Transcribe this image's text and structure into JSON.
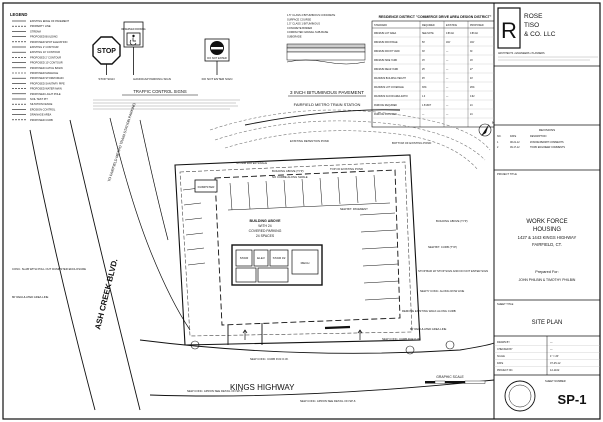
{
  "legend": {
    "title": "LEGEND",
    "items": [
      "EXISTING EDGE OF PAVEMENT",
      "PROPERTY LINE",
      "STREAM",
      "PROPOSED BUILDING",
      "PROPOSED SPOT ELEVATION",
      "EXISTING 2' CONTOUR",
      "EXISTING 10' CONTOUR",
      "PROPOSED 2' CONTOUR",
      "PROPOSED 10' CONTOUR",
      "PROPOSED CATCH BASIN",
      "PROPOSED MANHOLE",
      "PROPOSED STORM DRAIN",
      "PROPOSED SANITARY PIPE",
      "PROPOSED WATER MAIN",
      "PROPOSED LIGHT POLE",
      "SOIL TEST PIT",
      "SILTATION FENCE",
      "EROSION CONTROL",
      "DRAINAGE AREA",
      "PROPOSED CURB"
    ]
  },
  "signs": {
    "stop_face": "STOP",
    "stop_title": "STOP SIGN",
    "handicap_title": "HANDICAP PARKING SIGN",
    "do_not_enter_face": "DO NOT ENTER",
    "do_not_enter_title": "DO NOT ENTER SIGN",
    "reserved_face": "RESERVED PARKING",
    "header": "TRAFFIC CONTROL SIGNS"
  },
  "pavement": {
    "title": "3 INCH BITUMINOUS PAVEMENT",
    "notes": [
      "1.5\" CLASS 2 BITUMINOUS CONCRETE",
      "SURFACE COURSE",
      "1.5\" CLASS 1 BITUMINOUS",
      "CONCRETE BINDER",
      "COMPACTED GRAVEL SUB-BASE",
      "SUBGRADE"
    ]
  },
  "zoning": {
    "title": "RESIDENCE DISTRICT \"COMMERCE DRIVE AREA DESIGN DISTRICT\"",
    "columns": [
      "STANDARD",
      "REQUIRED",
      "EXISTING",
      "PROPOSED"
    ],
    "rows": [
      [
        "MINIMUM LOT AREA",
        "SEE NOTE",
        "0.86 AC",
        "0.86 AC"
      ],
      [
        "MINIMUM FRONTAGE",
        "50'",
        "184'",
        "184'"
      ],
      [
        "MINIMUM FRONT YARD",
        "30'",
        "—",
        "31'"
      ],
      [
        "MINIMUM SIDE YARD",
        "15'",
        "—",
        "16'"
      ],
      [
        "MINIMUM REAR YARD",
        "25'",
        "—",
        "27'"
      ],
      [
        "MAXIMUM BUILDING HEIGHT",
        "45'",
        "—",
        "40'"
      ],
      [
        "MAXIMUM LOT COVERAGE",
        "30%",
        "—",
        "26%"
      ],
      [
        "MAXIMUM FLOOR AREA RATIO",
        "1.0",
        "—",
        "0.92"
      ],
      [
        "PARKING REQUIRED",
        "1.5/UNIT",
        "—",
        "24"
      ],
      [
        "PARKING PROVIDED",
        "—",
        "—",
        "24"
      ]
    ]
  },
  "site": {
    "road_ash": "ASH CREEK BLVD.",
    "road_kings": "KINGS HIGHWAY",
    "train_road": "TO FAIRFIELD METRO TRAIN STATION PARKING",
    "metro": "FAIRFIELD METRO TRAIN STATION",
    "building_label": "BUILDING ABOVE",
    "building_sub": "WITH 24",
    "building_sub2": "COVERED PARKING",
    "building_sub3": "24 SPACES",
    "dumpster": "DUMPSTER",
    "stair": "STAIR",
    "elev": "ELEV",
    "stair2": "STAIR #2",
    "mech": "MECH",
    "notes": [
      "EXISTING RETENTION POND",
      "BOTTOM OF EXISTING POND",
      "STORM WATER SWALE",
      "TOP OF EXISTING POND",
      "BUILDING ABOVE (TYP)",
      "NO CURBE ALONG SWALE",
      "NEW BIT. PAVEMENT",
      "BUILDING ABOVE (TYP)",
      "NEW BIT. CURB (TYP)",
      "STOP BAR W/ STOP SIGN AND DO NOT ENTER SIGN",
      "NEW 5' CONC. ALONG ROW LINE",
      "REMOVE EXISTING WALK ALONG CURB",
      "80' REGULATED AREA LINE",
      "NEW CONC. CURB IN R.O.W.",
      "NEW CONC. APRON SEE DETAIL ON SP-6",
      "NEW CONC. APRON SEE DETAIL ON SP-6",
      "NEW CONC. CURB IN R.O.W.",
      "CONC. SLAB WITH POLL OUT DUMPSTER ENCLOSURE",
      "80' REGULATED AREA LINE"
    ],
    "scale_label": "GRAPHIC SCALE",
    "north": "N"
  },
  "title_block": {
    "firm_name": [
      "ROSE",
      "TISO",
      "& CO. LLC"
    ],
    "firm_tag": "ARCHITECTS • ENGINEERS • PLANNERS",
    "revisions_header": "REVISIONS",
    "rev_columns": [
      "NO.",
      "DATE",
      "DESCRIPTION"
    ],
    "revisions": [
      [
        "1",
        "08-21-12",
        "ZONING/PERMIT COMMENTS"
      ],
      [
        "2",
        "09-17-12",
        "TOWN ENGINEER COMMENTS"
      ]
    ],
    "project_header": "PROJECT TITLE",
    "project_title": [
      "WORK FORCE",
      "HOUSING"
    ],
    "address": "1427 & 1443 KINGS HIGHWAY",
    "city": "FAIRFIELD, CT.",
    "prepared_for_label": "Prepared For:",
    "prepared_for": "JOHN PHILBIN & TIMOTHY PHILBIN",
    "sheet_title_header": "SHEET TITLE",
    "sheet_title": "SITE PLAN",
    "meta": [
      [
        "DRAWN BY",
        "—"
      ],
      [
        "CHECKED BY",
        "—"
      ],
      [
        "SCALE",
        "1\" = 20'"
      ],
      [
        "DATE",
        "07-25-12"
      ],
      [
        "PROJECT NO.",
        "12-1102"
      ]
    ],
    "sheet_number_label": "SHEET NUMBER",
    "sheet_number": "SP-1"
  }
}
